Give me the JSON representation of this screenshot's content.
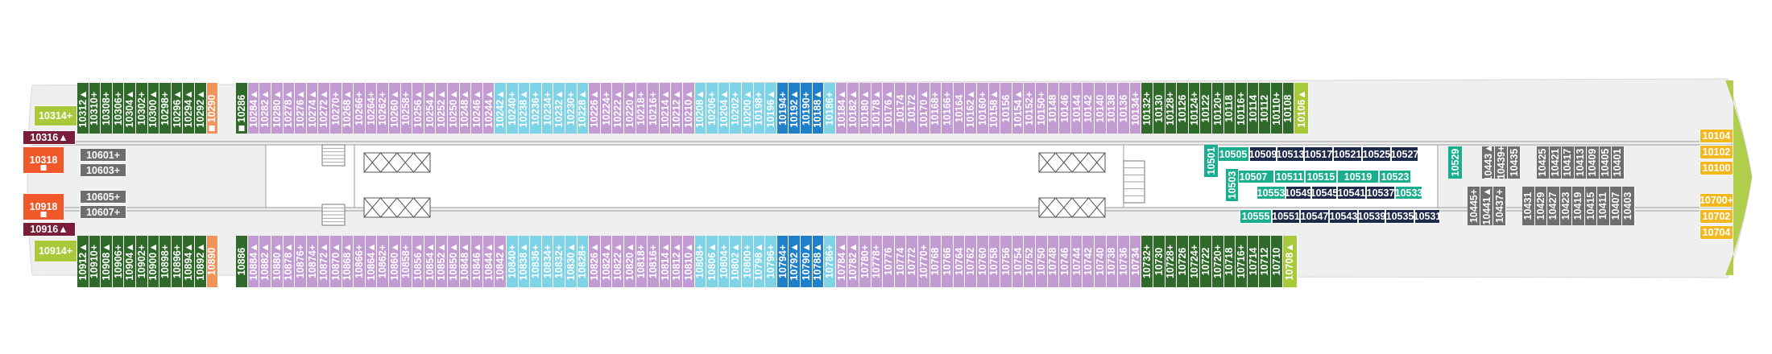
{
  "palette": {
    "purple": "#C39BD3",
    "cyan": "#7FD3E6",
    "blue": "#1F7FC9",
    "darkgreen": "#2F6A2A",
    "orange": "#F2935C",
    "redorange": "#F1592A",
    "lime": "#A8C93A",
    "yellow": "#F4B71E",
    "gray": "#6E6E6E",
    "navy": "#1E2A4A",
    "teal": "#1BAE8E",
    "maroon": "#7A1E3A",
    "hull": "#F0EFEF",
    "line": "#9B9B9B"
  },
  "legend": {
    "accessible_icon": "wheelchair-accessible-icon",
    "connecting_icon": "connecting-cabins-icon",
    "triangle_icon": "third-berth-icon",
    "plus_icon": "additional-berth-icon"
  },
  "top_row": [
    {
      "n": "10312",
      "s": "▲",
      "c": "darkgreen"
    },
    {
      "n": "10310",
      "s": "+",
      "c": "darkgreen"
    },
    {
      "n": "10308",
      "s": "+",
      "c": "darkgreen"
    },
    {
      "n": "10306",
      "s": "+",
      "c": "darkgreen"
    },
    {
      "n": "10304",
      "s": "▲",
      "c": "darkgreen"
    },
    {
      "n": "10302",
      "s": "+",
      "c": "darkgreen"
    },
    {
      "n": "10300",
      "s": "▲",
      "c": "darkgreen"
    },
    {
      "n": "10298",
      "s": "+",
      "c": "darkgreen"
    },
    {
      "n": "10296",
      "s": "▲",
      "c": "darkgreen"
    },
    {
      "n": "10294",
      "s": "▲",
      "c": "darkgreen"
    },
    {
      "n": "10292",
      "s": "▲",
      "c": "darkgreen"
    },
    {
      "n": "10290",
      "s": "",
      "c": "orange",
      "mk": true
    },
    {
      "gap": true
    },
    {
      "n": "10286",
      "s": "",
      "c": "darkgreen",
      "mk": true
    },
    {
      "n": "10284",
      "s": "▲",
      "c": "purple"
    },
    {
      "n": "10282",
      "s": "▲",
      "c": "purple"
    },
    {
      "n": "10280",
      "s": "▲",
      "c": "purple"
    },
    {
      "n": "10278",
      "s": "▲",
      "c": "purple"
    },
    {
      "n": "10276",
      "s": "▲",
      "c": "purple"
    },
    {
      "n": "10274",
      "s": "▲",
      "c": "purple"
    },
    {
      "n": "10272",
      "s": "▲",
      "c": "purple"
    },
    {
      "n": "10270",
      "s": "+",
      "c": "purple"
    },
    {
      "n": "10268",
      "s": "▲",
      "c": "purple"
    },
    {
      "n": "10266",
      "s": "+",
      "c": "purple"
    },
    {
      "n": "10264",
      "s": "+",
      "c": "purple"
    },
    {
      "n": "10262",
      "s": "+",
      "c": "purple"
    },
    {
      "n": "10260",
      "s": "▲",
      "c": "purple"
    },
    {
      "n": "10258",
      "s": "+",
      "c": "purple"
    },
    {
      "n": "10256",
      "s": "▲",
      "c": "purple"
    },
    {
      "n": "10254",
      "s": "▲",
      "c": "purple"
    },
    {
      "n": "10252",
      "s": "▲",
      "c": "purple"
    },
    {
      "n": "10250",
      "s": "▲",
      "c": "purple"
    },
    {
      "n": "10248",
      "s": "▲",
      "c": "purple"
    },
    {
      "n": "10246",
      "s": "▲",
      "c": "purple"
    },
    {
      "n": "10244",
      "s": "▲",
      "c": "purple"
    },
    {
      "n": "10242",
      "s": "▲",
      "c": "cyan"
    },
    {
      "n": "10240",
      "s": "+",
      "c": "cyan"
    },
    {
      "n": "10238",
      "s": "▲",
      "c": "cyan"
    },
    {
      "n": "10236",
      "s": "+",
      "c": "cyan"
    },
    {
      "n": "10234",
      "s": "+",
      "c": "cyan"
    },
    {
      "n": "10232",
      "s": "▲",
      "c": "cyan"
    },
    {
      "n": "10230",
      "s": "+",
      "c": "cyan"
    },
    {
      "n": "10228",
      "s": "▲",
      "c": "cyan"
    },
    {
      "n": "10226",
      "s": "▲",
      "c": "purple"
    },
    {
      "n": "10224",
      "s": "+",
      "c": "purple"
    },
    {
      "n": "10222",
      "s": "▲",
      "c": "purple"
    },
    {
      "n": "10220",
      "s": "▲",
      "c": "purple"
    },
    {
      "n": "10218",
      "s": "+",
      "c": "purple"
    },
    {
      "n": "10216",
      "s": "+",
      "c": "purple"
    },
    {
      "n": "10214",
      "s": "▲",
      "c": "purple"
    },
    {
      "n": "10212",
      "s": "▲",
      "c": "purple"
    },
    {
      "n": "10210",
      "s": "▲",
      "c": "purple"
    },
    {
      "n": "10208",
      "s": "▲",
      "c": "cyan"
    },
    {
      "n": "10206",
      "s": "+",
      "c": "cyan"
    },
    {
      "n": "10204",
      "s": "▲",
      "c": "cyan"
    },
    {
      "n": "10202",
      "s": "+",
      "c": "cyan"
    },
    {
      "n": "10200",
      "s": "▲",
      "c": "cyan"
    },
    {
      "n": "10198",
      "s": "+",
      "c": "cyan"
    },
    {
      "n": "10196",
      "s": "▲",
      "c": "cyan"
    },
    {
      "n": "10194",
      "s": "+",
      "c": "blue"
    },
    {
      "n": "10192",
      "s": "▲",
      "c": "blue"
    },
    {
      "n": "10190",
      "s": "+",
      "c": "blue"
    },
    {
      "n": "10188",
      "s": "▲",
      "c": "blue"
    },
    {
      "n": "10186",
      "s": "+",
      "c": "cyan"
    },
    {
      "n": "10184",
      "s": "▲",
      "c": "purple"
    },
    {
      "n": "10182",
      "s": "▲",
      "c": "purple"
    },
    {
      "n": "10180",
      "s": "▲",
      "c": "purple"
    },
    {
      "n": "10178",
      "s": "▲",
      "c": "purple"
    },
    {
      "n": "10176",
      "s": "▲",
      "c": "purple"
    },
    {
      "n": "10174",
      "s": "",
      "c": "purple"
    },
    {
      "n": "10172",
      "s": "",
      "c": "purple"
    },
    {
      "n": "10170",
      "s": "▲",
      "c": "purple"
    },
    {
      "n": "10168",
      "s": "+",
      "c": "purple"
    },
    {
      "n": "10166",
      "s": "+",
      "c": "purple"
    },
    {
      "n": "10164",
      "s": "",
      "c": "purple"
    },
    {
      "n": "10162",
      "s": "▲",
      "c": "purple"
    },
    {
      "n": "10160",
      "s": "+",
      "c": "purple"
    },
    {
      "n": "10158",
      "s": "▲",
      "c": "purple"
    },
    {
      "n": "10156",
      "s": "",
      "c": "purple"
    },
    {
      "n": "10154",
      "s": "▲",
      "c": "purple"
    },
    {
      "n": "10152",
      "s": "+",
      "c": "purple"
    },
    {
      "n": "10150",
      "s": "+",
      "c": "purple"
    },
    {
      "n": "10148",
      "s": "",
      "c": "purple"
    },
    {
      "n": "10146",
      "s": "",
      "c": "purple"
    },
    {
      "n": "10144",
      "s": "",
      "c": "purple"
    },
    {
      "n": "10142",
      "s": "",
      "c": "purple"
    },
    {
      "n": "10140",
      "s": "",
      "c": "purple"
    },
    {
      "n": "10138",
      "s": "",
      "c": "purple"
    },
    {
      "n": "10136",
      "s": "",
      "c": "purple"
    },
    {
      "n": "10134",
      "s": "+",
      "c": "purple"
    },
    {
      "n": "10132",
      "s": "+",
      "c": "darkgreen"
    },
    {
      "n": "10130",
      "s": "",
      "c": "darkgreen"
    },
    {
      "n": "10128",
      "s": "+",
      "c": "darkgreen"
    },
    {
      "n": "10126",
      "s": "",
      "c": "darkgreen"
    },
    {
      "n": "10124",
      "s": "+",
      "c": "darkgreen"
    },
    {
      "n": "10122",
      "s": "",
      "c": "darkgreen"
    },
    {
      "n": "10120",
      "s": "+",
      "c": "darkgreen"
    },
    {
      "n": "10118",
      "s": "",
      "c": "darkgreen"
    },
    {
      "n": "10116",
      "s": "+",
      "c": "darkgreen"
    },
    {
      "n": "10114",
      "s": "",
      "c": "darkgreen"
    },
    {
      "n": "10112",
      "s": "",
      "c": "darkgreen"
    },
    {
      "n": "10110",
      "s": "+",
      "c": "darkgreen"
    },
    {
      "n": "10108",
      "s": "",
      "c": "darkgreen"
    },
    {
      "n": "10106",
      "s": "▲",
      "c": "lime"
    }
  ],
  "bottom_row": [
    {
      "n": "10912",
      "s": "▲",
      "c": "darkgreen"
    },
    {
      "n": "10910",
      "s": "+",
      "c": "darkgreen"
    },
    {
      "n": "10908",
      "s": "▲",
      "c": "darkgreen"
    },
    {
      "n": "10906",
      "s": "+",
      "c": "darkgreen"
    },
    {
      "n": "10904",
      "s": "▲",
      "c": "darkgreen"
    },
    {
      "n": "10902",
      "s": "+",
      "c": "darkgreen"
    },
    {
      "n": "10900",
      "s": "▲",
      "c": "darkgreen"
    },
    {
      "n": "10898",
      "s": "+",
      "c": "darkgreen"
    },
    {
      "n": "10896",
      "s": "+",
      "c": "darkgreen"
    },
    {
      "n": "10894",
      "s": "▲",
      "c": "darkgreen"
    },
    {
      "n": "10892",
      "s": "▲",
      "c": "darkgreen"
    },
    {
      "n": "10890",
      "s": "",
      "c": "orange"
    },
    {
      "gap": true
    },
    {
      "n": "10886",
      "s": "",
      "c": "darkgreen"
    },
    {
      "n": "10884",
      "s": "▲",
      "c": "purple"
    },
    {
      "n": "10882",
      "s": "▲",
      "c": "purple"
    },
    {
      "n": "10880",
      "s": "▲",
      "c": "purple"
    },
    {
      "n": "10878",
      "s": "▲",
      "c": "purple"
    },
    {
      "n": "10876",
      "s": "+",
      "c": "purple"
    },
    {
      "n": "10874",
      "s": "+",
      "c": "purple"
    },
    {
      "n": "10872",
      "s": "▲",
      "c": "purple"
    },
    {
      "n": "10870",
      "s": "▲",
      "c": "purple"
    },
    {
      "n": "10868",
      "s": "▲",
      "c": "purple"
    },
    {
      "n": "10866",
      "s": "+",
      "c": "purple"
    },
    {
      "n": "10864",
      "s": "▲",
      "c": "purple"
    },
    {
      "n": "10862",
      "s": "+",
      "c": "purple"
    },
    {
      "n": "10860",
      "s": "▲",
      "c": "purple"
    },
    {
      "n": "10858",
      "s": "+",
      "c": "purple"
    },
    {
      "n": "10856",
      "s": "▲",
      "c": "purple"
    },
    {
      "n": "10854",
      "s": "▲",
      "c": "purple"
    },
    {
      "n": "10852",
      "s": "▲",
      "c": "purple"
    },
    {
      "n": "10850",
      "s": "▲",
      "c": "purple"
    },
    {
      "n": "10848",
      "s": "▲",
      "c": "purple"
    },
    {
      "n": "10846",
      "s": "▲",
      "c": "purple"
    },
    {
      "n": "10844",
      "s": "▲",
      "c": "purple"
    },
    {
      "n": "10842",
      "s": "▲",
      "c": "purple"
    },
    {
      "n": "10840",
      "s": "+",
      "c": "cyan"
    },
    {
      "n": "10838",
      "s": "▲",
      "c": "cyan"
    },
    {
      "n": "10836",
      "s": "+",
      "c": "cyan"
    },
    {
      "n": "10834",
      "s": "+",
      "c": "cyan"
    },
    {
      "n": "10832",
      "s": "+",
      "c": "cyan"
    },
    {
      "n": "10830",
      "s": "▲",
      "c": "cyan"
    },
    {
      "n": "10828",
      "s": "+",
      "c": "cyan"
    },
    {
      "n": "10826",
      "s": "▲",
      "c": "purple"
    },
    {
      "n": "10824",
      "s": "▲",
      "c": "purple"
    },
    {
      "n": "10822",
      "s": "▲",
      "c": "purple"
    },
    {
      "n": "10820",
      "s": "▲",
      "c": "purple"
    },
    {
      "n": "10818",
      "s": "+",
      "c": "purple"
    },
    {
      "n": "10816",
      "s": "+",
      "c": "purple"
    },
    {
      "n": "10814",
      "s": "▲",
      "c": "purple"
    },
    {
      "n": "10812",
      "s": "▲",
      "c": "purple"
    },
    {
      "n": "10810",
      "s": "▲",
      "c": "purple"
    },
    {
      "n": "10808",
      "s": "+",
      "c": "cyan"
    },
    {
      "n": "10806",
      "s": "▲",
      "c": "cyan"
    },
    {
      "n": "10804",
      "s": "+",
      "c": "cyan"
    },
    {
      "n": "10802",
      "s": "▲",
      "c": "cyan"
    },
    {
      "n": "10800",
      "s": "+",
      "c": "cyan"
    },
    {
      "n": "10798",
      "s": "▲",
      "c": "cyan"
    },
    {
      "n": "10796",
      "s": "+",
      "c": "cyan"
    },
    {
      "n": "10794",
      "s": "+",
      "c": "blue"
    },
    {
      "n": "10792",
      "s": "▲",
      "c": "blue"
    },
    {
      "n": "10790",
      "s": "▲",
      "c": "blue"
    },
    {
      "n": "10788",
      "s": "▲",
      "c": "blue"
    },
    {
      "n": "10786",
      "s": "+",
      "c": "cyan"
    },
    {
      "n": "10784",
      "s": "▲",
      "c": "purple"
    },
    {
      "n": "10782",
      "s": "▲",
      "c": "purple"
    },
    {
      "n": "10780",
      "s": "+",
      "c": "purple"
    },
    {
      "n": "10778",
      "s": "+",
      "c": "purple"
    },
    {
      "n": "10776",
      "s": "",
      "c": "purple"
    },
    {
      "n": "10774",
      "s": "",
      "c": "purple"
    },
    {
      "n": "10772",
      "s": "",
      "c": "purple"
    },
    {
      "n": "10770",
      "s": "+",
      "c": "purple"
    },
    {
      "n": "10768",
      "s": "",
      "c": "purple"
    },
    {
      "n": "10766",
      "s": "",
      "c": "purple"
    },
    {
      "n": "10764",
      "s": "",
      "c": "purple"
    },
    {
      "n": "10762",
      "s": "",
      "c": "purple"
    },
    {
      "n": "10760",
      "s": "",
      "c": "purple"
    },
    {
      "n": "10758",
      "s": "",
      "c": "purple"
    },
    {
      "n": "10756",
      "s": "",
      "c": "purple"
    },
    {
      "n": "10754",
      "s": "",
      "c": "purple"
    },
    {
      "n": "10752",
      "s": "",
      "c": "purple"
    },
    {
      "n": "10750",
      "s": "",
      "c": "purple"
    },
    {
      "n": "10748",
      "s": "",
      "c": "purple"
    },
    {
      "n": "10746",
      "s": "",
      "c": "purple"
    },
    {
      "n": "10744",
      "s": "",
      "c": "purple"
    },
    {
      "n": "10742",
      "s": "",
      "c": "purple"
    },
    {
      "n": "10740",
      "s": "",
      "c": "purple"
    },
    {
      "n": "10738",
      "s": "",
      "c": "purple"
    },
    {
      "n": "10736",
      "s": "",
      "c": "purple"
    },
    {
      "n": "10734",
      "s": "",
      "c": "purple"
    },
    {
      "n": "10732",
      "s": "+",
      "c": "darkgreen"
    },
    {
      "n": "10730",
      "s": "",
      "c": "darkgreen"
    },
    {
      "n": "10728",
      "s": "+",
      "c": "darkgreen"
    },
    {
      "n": "10726",
      "s": "",
      "c": "darkgreen"
    },
    {
      "n": "10724",
      "s": "+",
      "c": "darkgreen"
    },
    {
      "n": "10722",
      "s": "",
      "c": "darkgreen"
    },
    {
      "n": "10720",
      "s": "+",
      "c": "darkgreen"
    },
    {
      "n": "10718",
      "s": "",
      "c": "darkgreen"
    },
    {
      "n": "10716",
      "s": "+",
      "c": "darkgreen"
    },
    {
      "n": "10714",
      "s": "",
      "c": "darkgreen"
    },
    {
      "n": "10712",
      "s": "",
      "c": "darkgreen"
    },
    {
      "n": "10710",
      "s": "",
      "c": "darkgreen"
    },
    {
      "n": "10708",
      "s": "▲",
      "c": "lime"
    }
  ],
  "aft_blocks": [
    {
      "n": "10314",
      "s": "+",
      "c": "lime"
    },
    {
      "n": "10316",
      "s": "▲",
      "c": "maroon"
    },
    {
      "n": "10318",
      "s": "",
      "c": "redorange",
      "mk": true
    },
    {
      "n": "10918",
      "s": "",
      "c": "redorange",
      "mk": true
    },
    {
      "n": "10916",
      "s": "▲",
      "c": "maroon"
    },
    {
      "n": "10914",
      "s": "+",
      "c": "lime"
    }
  ],
  "aft_inner": [
    {
      "n": "10601",
      "s": "+",
      "c": "gray"
    },
    {
      "n": "10603",
      "s": "+",
      "c": "gray"
    },
    {
      "n": "10605",
      "s": "+",
      "c": "gray"
    },
    {
      "n": "10607",
      "s": "+",
      "c": "gray"
    }
  ],
  "fwd_blocks": [
    {
      "n": "10104",
      "c": "yellow"
    },
    {
      "n": "10102",
      "c": "yellow"
    },
    {
      "n": "10100",
      "c": "yellow"
    },
    {
      "n": "10700",
      "s": "+",
      "c": "yellow"
    },
    {
      "n": "10702",
      "c": "yellow"
    },
    {
      "n": "10704",
      "c": "yellow"
    }
  ],
  "haven_top": [
    {
      "n": "10505",
      "c": "teal"
    },
    {
      "n": "10509",
      "c": "navy"
    },
    {
      "n": "10513",
      "c": "navy"
    },
    {
      "n": "10517",
      "c": "navy"
    },
    {
      "n": "10521",
      "c": "navy"
    },
    {
      "n": "10525",
      "c": "navy"
    },
    {
      "n": "10527",
      "c": "navy"
    }
  ],
  "haven_mid1": [
    {
      "n": "10507",
      "c": "teal"
    },
    {
      "n": "10511",
      "c": "teal"
    },
    {
      "n": "10515",
      "c": "teal"
    },
    {
      "n": "10519",
      "c": "teal"
    },
    {
      "n": "10523",
      "c": "teal"
    }
  ],
  "haven_mid2": [
    {
      "n": "10553",
      "c": "teal"
    },
    {
      "n": "10549",
      "c": "navy"
    },
    {
      "n": "10545",
      "c": "navy"
    },
    {
      "n": "10541",
      "c": "navy"
    },
    {
      "n": "10537",
      "c": "navy"
    },
    {
      "n": "10533",
      "c": "teal"
    }
  ],
  "haven_bottom": [
    {
      "n": "10555",
      "c": "teal"
    },
    {
      "n": "10551",
      "c": "navy"
    },
    {
      "n": "10547",
      "c": "navy"
    },
    {
      "n": "10543",
      "c": "navy"
    },
    {
      "n": "10539",
      "c": "navy"
    },
    {
      "n": "10535",
      "c": "navy"
    },
    {
      "n": "10531",
      "c": "navy"
    }
  ],
  "haven_side": [
    {
      "n": "10501",
      "c": "teal"
    },
    {
      "n": "10503",
      "c": "teal"
    },
    {
      "n": "10529",
      "c": "teal"
    }
  ],
  "fwd_inner_top": [
    {
      "n": "10443",
      "s": "▲",
      "c": "gray"
    },
    {
      "n": "10439",
      "s": "+",
      "c": "gray"
    },
    {
      "n": "10435",
      "c": "gray"
    },
    {
      "n": "10425",
      "c": "gray"
    },
    {
      "n": "10421",
      "c": "gray"
    },
    {
      "n": "10417",
      "c": "gray"
    },
    {
      "n": "10413",
      "c": "gray"
    },
    {
      "n": "10409",
      "c": "gray"
    },
    {
      "n": "10405",
      "c": "gray"
    },
    {
      "n": "10401",
      "c": "gray"
    }
  ],
  "fwd_inner_bottom": [
    {
      "n": "10445",
      "s": "+",
      "c": "gray"
    },
    {
      "n": "10441",
      "s": "▲",
      "c": "gray"
    },
    {
      "n": "10437",
      "s": "+",
      "c": "gray"
    },
    {
      "n": "10431",
      "c": "gray"
    },
    {
      "n": "10429",
      "c": "gray"
    },
    {
      "n": "10427",
      "c": "gray"
    },
    {
      "n": "10423",
      "c": "gray"
    },
    {
      "n": "10419",
      "c": "gray"
    },
    {
      "n": "10415",
      "c": "gray"
    },
    {
      "n": "10411",
      "c": "gray"
    },
    {
      "n": "10407",
      "c": "gray"
    },
    {
      "n": "10403",
      "c": "gray"
    }
  ]
}
